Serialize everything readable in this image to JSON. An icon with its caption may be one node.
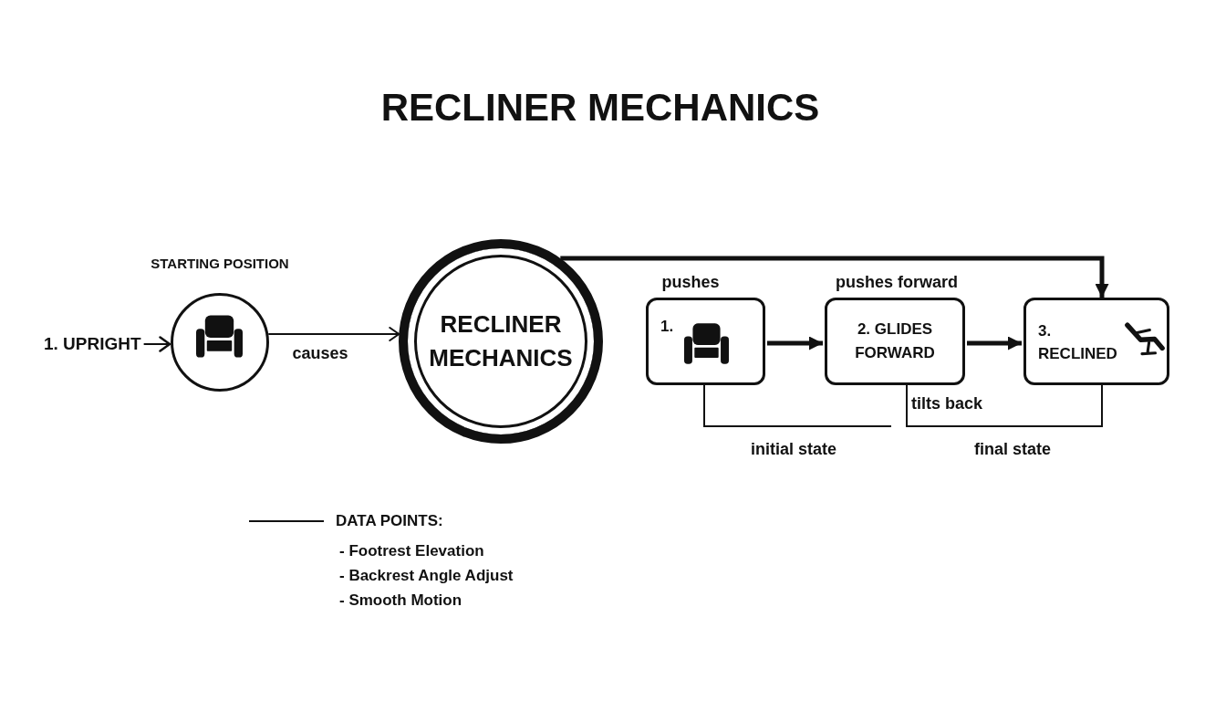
{
  "diagram": {
    "title": "RECLINER MECHANICS",
    "nodes": [
      {
        "text": [
          "1. UPRIGHT"
        ]
      },
      {
        "text": [
          "STARTING POSITION"
        ]
      },
      {
        "text": [
          "RECLINER MECHANICS"
        ]
      },
      {
        "text": [
          "1."
        ],
        "beside": [
          "pushes"
        ]
      },
      {
        "text": [
          "2. GLIDES FORWARD"
        ],
        "beside": [
          "pushes forward"
        ]
      },
      {
        "text": [
          "3. RECLINED"
        ]
      }
    ],
    "edges": [
      {
        "from": 0,
        "to": 1,
        "arrow": "to"
      },
      {
        "from": 1,
        "to": 2,
        "arrow": "to",
        "label": "causes"
      },
      {
        "from": 2,
        "to": 5,
        "arrow": "to",
        "style": "thick"
      },
      {
        "from": 3,
        "to": 4,
        "arrow": "to",
        "style": "thick"
      },
      {
        "from": 4,
        "to": 5,
        "arrow": "to",
        "style": "thick"
      },
      {
        "from": 3,
        "to": null,
        "arrow": "none"
      },
      {
        "from": 4,
        "to": 5,
        "arrow": "none",
        "label": "tilts back"
      }
    ],
    "labels": [
      "initial state",
      "final state",
      "DATA POINTS:",
      "- Footrest Elevation",
      "- Backrest Angle Adjust",
      "- Smooth Motion"
    ]
  }
}
